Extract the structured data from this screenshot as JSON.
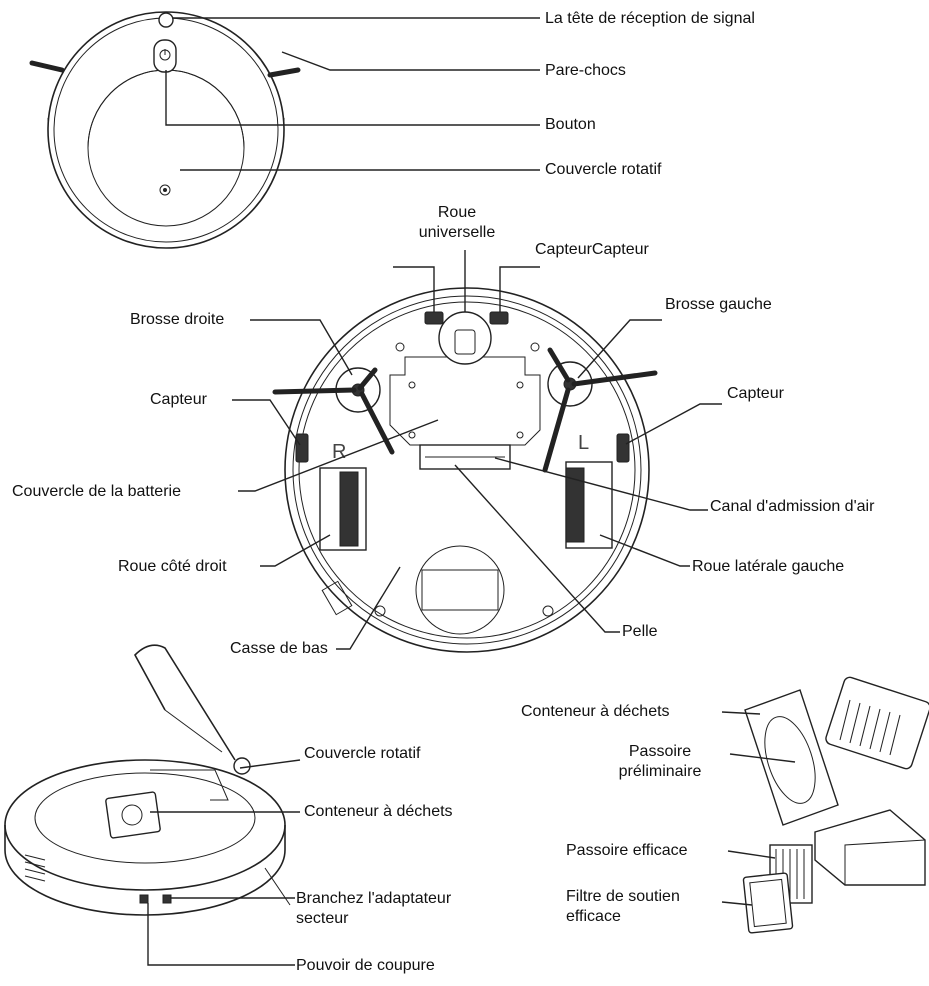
{
  "labels": {
    "signal_head": "La tête de réception de signal",
    "bumper": "Pare-chocs",
    "button": "Bouton",
    "rotating_cover_top": "Couvercle rotatif",
    "universal_wheel": "Roue\nuniverselle",
    "sensor_pair": "CapteurCapteur",
    "right_brush": "Brosse droite",
    "left_brush": "Brosse gauche",
    "sensor_left": "Capteur",
    "sensor_right": "Capteur",
    "battery_cover": "Couvercle de la batterie",
    "air_intake": "Canal d'admission d'air",
    "right_wheel": "Roue côté droit",
    "left_wheel": "Roue latérale gauche",
    "bottom_case": "Casse de bas",
    "scoop": "Pelle",
    "rotating_cover_side": "Couvercle rotatif",
    "dustbin_side": "Conteneur à déchets",
    "adapter": "Branchez l'adaptateur\nsecteur",
    "power": "Pouvoir de coupure",
    "dustbin_exploded": "Conteneur à déchets",
    "pre_filter": "Passoire\npréliminaire",
    "hepa_filter": "Passoire efficace",
    "filter_support": "Filtre de soutien\nefficace"
  },
  "marks": {
    "bottom_right_letter": "R",
    "bottom_left_letter": "L"
  }
}
